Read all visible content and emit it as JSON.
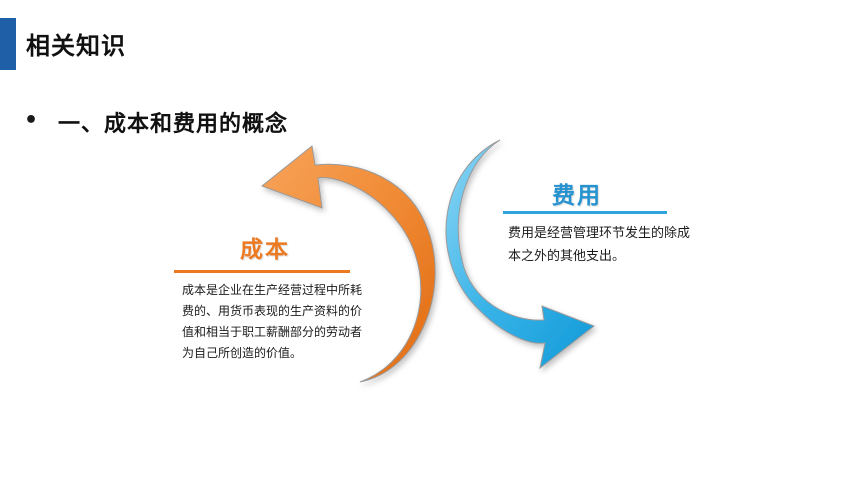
{
  "header": {
    "title": "相关知识"
  },
  "section": {
    "bullet": "•",
    "heading": "一、成本和费用的概念"
  },
  "cost": {
    "title": "成本",
    "description": "成本是企业在生产经营过程中所耗费的、用货币表现的生产资料的价值和相当于职工薪酬部分的劳动者为自己所创造的价值。"
  },
  "expense": {
    "title": "费用",
    "description": "费用是经营管理环节发生的除成本之外的其他支出。"
  },
  "colors": {
    "accent_bar": "#1f5fa8",
    "cost_orange": "#ec7a22",
    "expense_blue": "#2fa4dc"
  }
}
